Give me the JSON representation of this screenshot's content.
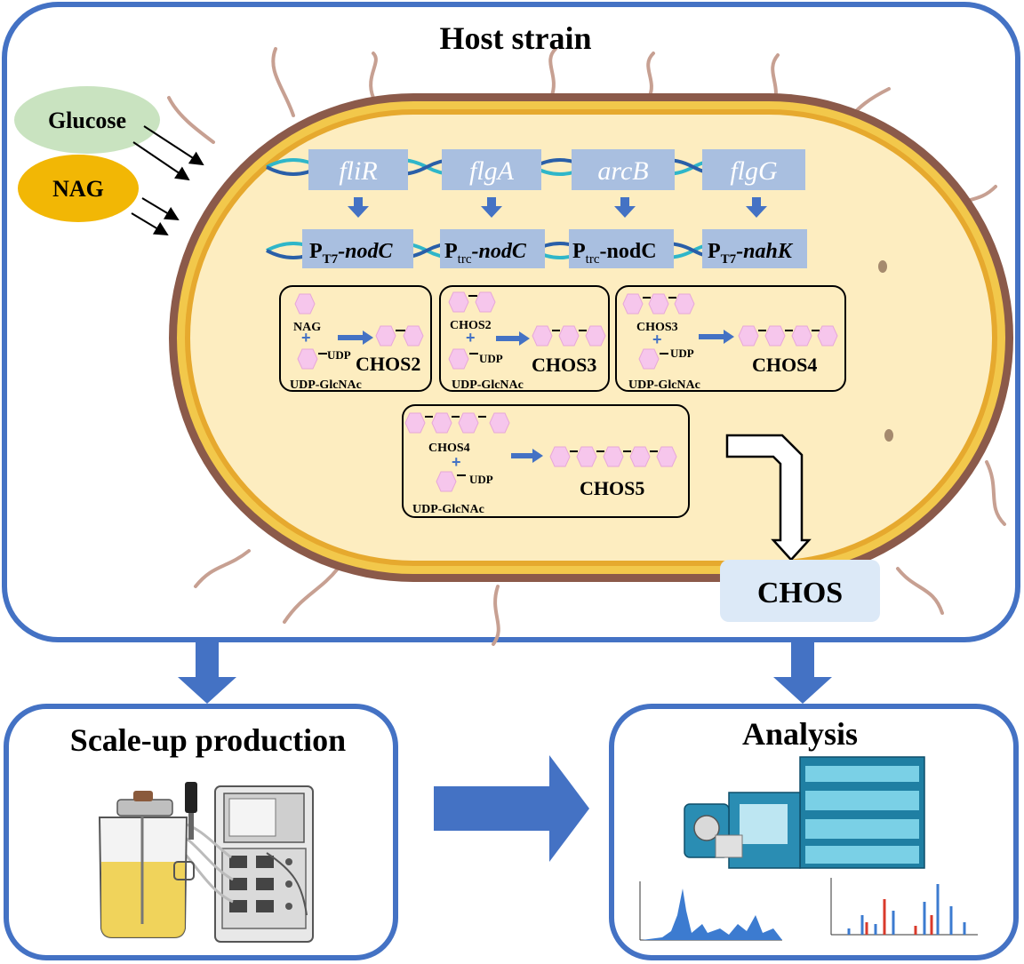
{
  "host": {
    "title": "Host strain",
    "inputs": [
      "Glucose",
      "NAG"
    ],
    "genes": [
      "fliR",
      "flgA",
      "arcB",
      "flgG"
    ],
    "promoters": [
      {
        "p": "P",
        "sub": "T7",
        "gene": "-nodC"
      },
      {
        "p": "P",
        "sub": "trc",
        "gene": "-nodC"
      },
      {
        "p": "P",
        "sub": "trc",
        "gene": "-nodC"
      },
      {
        "p": "P",
        "sub": "T7",
        "gene": "-nahK"
      }
    ],
    "reactions": [
      {
        "substrate": "NAG",
        "udp": "UDP",
        "donor": "UDP-GlcNAc",
        "product": "CHOS2"
      },
      {
        "substrate": "CHOS2",
        "udp": "UDP",
        "donor": "UDP-GlcNAc",
        "product": "CHOS3"
      },
      {
        "substrate": "CHOS3",
        "udp": "UDP",
        "donor": "UDP-GlcNAc",
        "product": "CHOS4"
      },
      {
        "substrate": "CHOS4",
        "udp": "UDP",
        "donor": "UDP-GlcNAc",
        "product": "CHOS5"
      }
    ],
    "plus": "+",
    "export_label": "CHOS"
  },
  "scaleup": {
    "title": "Scale-up production"
  },
  "analysis": {
    "title": "Analysis"
  },
  "colors": {
    "frame": "#4472c4",
    "arrow": "#4472c4",
    "membrane_outer": "#8b5a4a",
    "membrane_mid": "#f2c84b",
    "cytoplasm": "#fdedc0",
    "gene_box": "#a9bfe0",
    "sugar": "#f6c6ec",
    "glucose": "#c9e3c0",
    "nag": "#f2b705",
    "chos_box": "#dce9f7"
  }
}
